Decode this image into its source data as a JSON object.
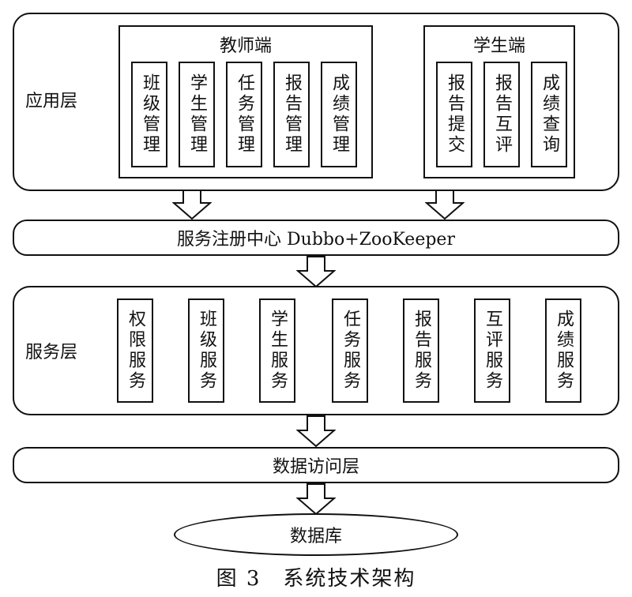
{
  "app_layer": {
    "label": "应用层",
    "teacher": {
      "title": "教师端",
      "modules": [
        "班级管理",
        "学生管理",
        "任务管理",
        "报告管理",
        "成绩管理"
      ]
    },
    "student": {
      "title": "学生端",
      "modules": [
        "报告提交",
        "报告互评",
        "成绩查询"
      ]
    }
  },
  "registry": {
    "label": "服务注册中心 Dubbo+ZooKeeper"
  },
  "service_layer": {
    "label": "服务层",
    "services": [
      "权限服务",
      "班级服务",
      "学生服务",
      "任务服务",
      "报告服务",
      "互评服务",
      "成绩服务"
    ]
  },
  "data_access": {
    "label": "数据访问层"
  },
  "database": {
    "label": "数据库"
  },
  "caption": "图 3　系统技术架构"
}
